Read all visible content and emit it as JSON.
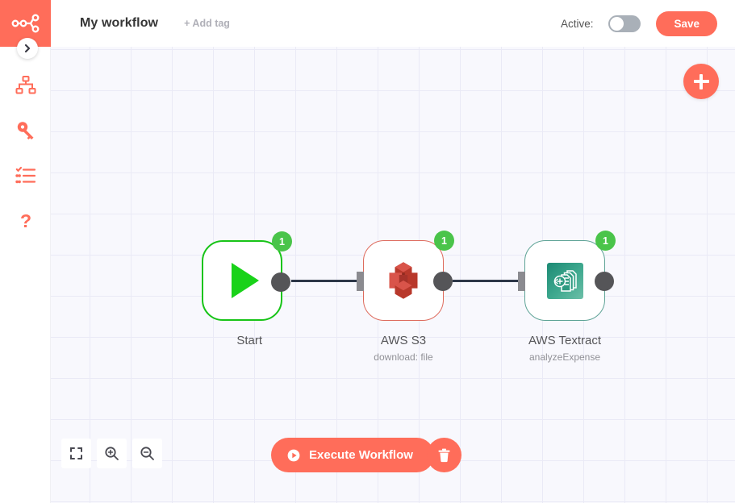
{
  "sidebar": {
    "logo_icon": "n8n-logo-icon",
    "toggle_icon": "chevron-right-icon",
    "items": [
      {
        "icon": "workflows-sitemap-icon",
        "name": "sidebar-item-workflows"
      },
      {
        "icon": "credentials-key-icon",
        "name": "sidebar-item-credentials"
      },
      {
        "icon": "executions-list-icon",
        "name": "sidebar-item-executions"
      },
      {
        "icon": "help-question-icon",
        "name": "sidebar-item-help"
      }
    ]
  },
  "header": {
    "workflow_title": "My workflow",
    "add_tag_label": "+ Add tag",
    "active_label": "Active:",
    "active_state": "off",
    "save_label": "Save"
  },
  "canvas": {
    "add_node_icon": "plus-icon",
    "nodes": [
      {
        "name": "Start",
        "subtitle": "",
        "icon": "play-triangle-icon",
        "border_color": "#18c418",
        "badge": "1",
        "has_input": false,
        "has_output": true
      },
      {
        "name": "AWS S3",
        "subtitle": "download: file",
        "icon": "aws-s3-bucket-icon",
        "border_color": "#de6b5d",
        "badge": "1",
        "has_input": true,
        "has_output": true
      },
      {
        "name": "AWS Textract",
        "subtitle": "analyzeExpense",
        "icon": "aws-textract-document-icon",
        "border_color": "#5ea396",
        "badge": "1",
        "has_input": true,
        "has_output": true
      }
    ]
  },
  "toolbar": {
    "zoom_to_fit_icon": "zoom-to-fit-icon",
    "zoom_in_icon": "zoom-in-icon",
    "zoom_out_icon": "zoom-out-icon",
    "execute_label": "Execute Workflow",
    "execute_icon": "play-circle-icon",
    "delete_icon": "trash-icon"
  },
  "colors": {
    "brand": "#ff6d5a",
    "canvas_bg": "#f8f8fd",
    "grid_line": "#eaeaf6",
    "badge_green": "#4ac44a",
    "connection": "#2d3748"
  }
}
